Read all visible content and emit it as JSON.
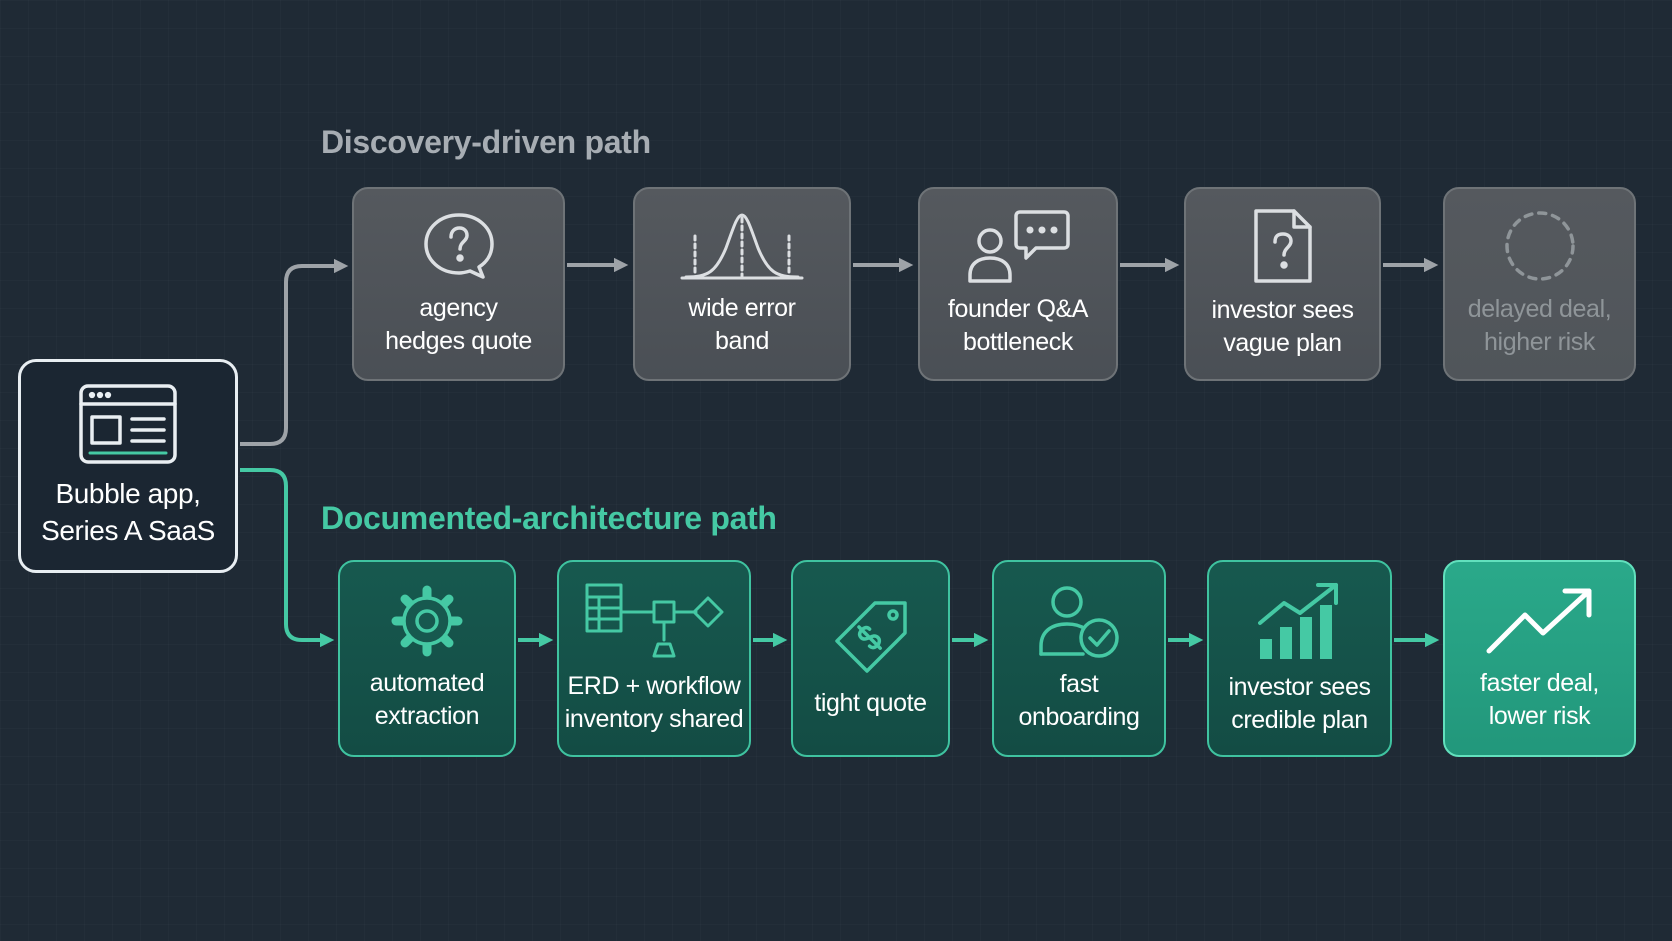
{
  "source": {
    "label": "Bubble app,\nSeries A SaaS"
  },
  "paths": {
    "discovery": {
      "title": "Discovery-driven path",
      "steps": [
        {
          "label": "agency\nhedges quote"
        },
        {
          "label": "wide error\nband"
        },
        {
          "label": "founder Q&A\nbottleneck"
        },
        {
          "label": "investor sees\nvague plan"
        },
        {
          "label": "delayed deal,\nhigher risk"
        }
      ]
    },
    "documented": {
      "title": "Documented-architecture path",
      "steps": [
        {
          "label": "automated\nextraction"
        },
        {
          "label": "ERD + workflow\ninventory shared"
        },
        {
          "label": "tight quote"
        },
        {
          "label": "fast\nonboarding"
        },
        {
          "label": "investor sees\ncredible plan"
        },
        {
          "label": "faster deal,\nlower risk"
        }
      ]
    }
  },
  "icons": {
    "source": "app-window-icon",
    "discovery": [
      "question-bubble-icon",
      "bell-curve-icon",
      "person-chat-icon",
      "question-document-icon",
      "dashed-circle-icon"
    ],
    "documented": [
      "gear-icon",
      "erd-workflow-icon",
      "price-tag-icon",
      "person-check-icon",
      "bar-chart-trend-icon",
      "trend-up-arrow-icon"
    ]
  },
  "colors": {
    "background": "#1f2a35",
    "discovery_accent": "#a7adb3",
    "documented_accent": "#45c9a4",
    "gray_node": "#4f5459",
    "teal_node": "#155449",
    "bright_node": "#26a084"
  }
}
